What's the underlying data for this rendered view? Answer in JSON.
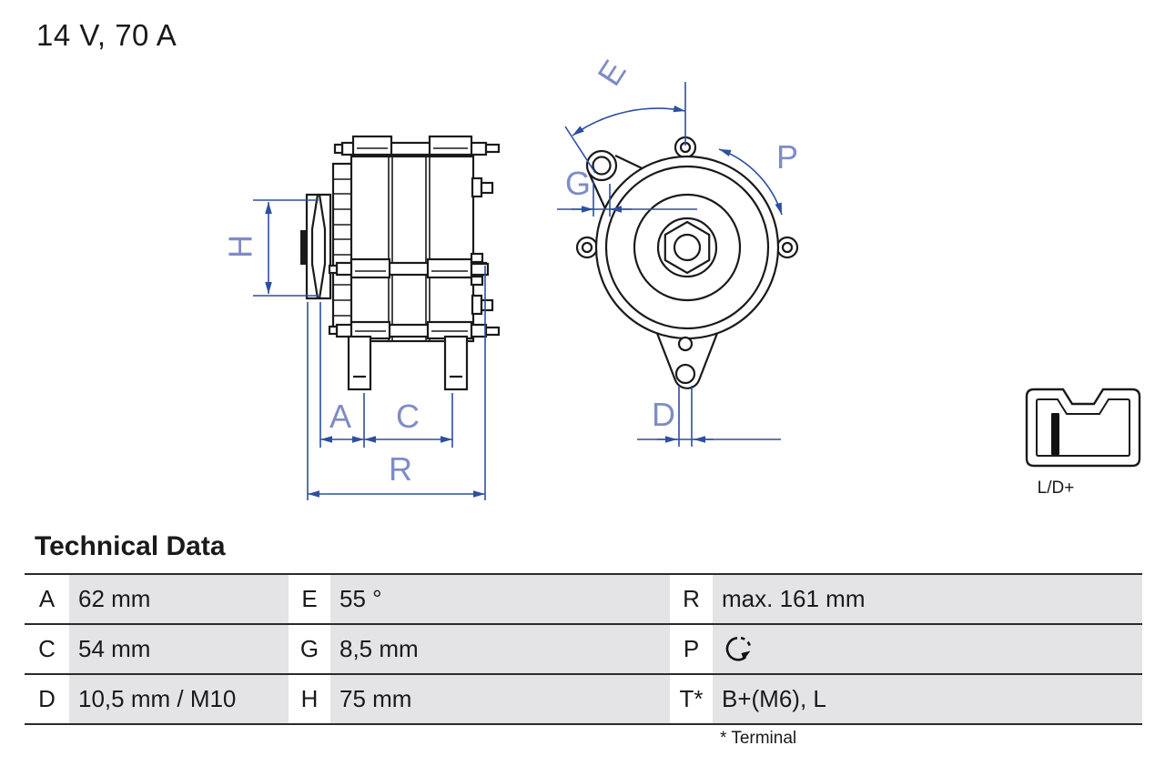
{
  "title": "14 V, 70 A",
  "drawing": {
    "dim_labels": {
      "H": "H",
      "A": "A",
      "C": "C",
      "R": "R",
      "E": "E",
      "G": "G",
      "P": "P",
      "D": "D"
    },
    "connector_label": "L/D+"
  },
  "technical_data": {
    "heading": "Technical Data",
    "rows": [
      {
        "c1_key": "A",
        "c1_val": "62 mm",
        "c2_key": "E",
        "c2_val": "55 °",
        "c3_key": "R",
        "c3_val": "max. 161 mm"
      },
      {
        "c1_key": "C",
        "c1_val": "54 mm",
        "c2_key": "G",
        "c2_val": "8,5 mm",
        "c3_key": "P",
        "c3_val": ""
      },
      {
        "c1_key": "D",
        "c1_val": "10,5 mm / M10",
        "c2_key": "H",
        "c2_val": "75 mm",
        "c3_key": "T*",
        "c3_val": "B+(M6), L"
      }
    ],
    "footnote": "* Terminal"
  },
  "colors": {
    "line_black": "#1a1a1a",
    "dim_blue": "#2d4f9f",
    "label_blue": "#7e8cc7",
    "cell_gray": "#e4e4e6"
  }
}
